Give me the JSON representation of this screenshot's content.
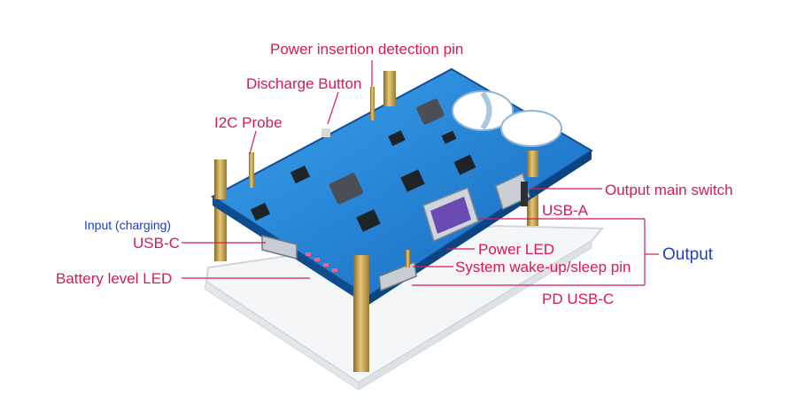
{
  "labels": {
    "power_detect": "Power insertion detection pin",
    "discharge": "Discharge Button",
    "i2c": "I2C Probe",
    "input_charging": "Input (charging)",
    "usb_c": "USB-C",
    "battery_led": "Battery level LED",
    "output_switch": "Output main switch",
    "usb_a": "USB-A",
    "power_led": "Power LED",
    "wake_pin": "System wake-up/sleep pin",
    "pd_usb_c": "PD USB-C",
    "output": "Output"
  },
  "colors": {
    "annotation": "#d81b4f",
    "heading": "#1f3fbf",
    "pcb": "#1f7fd0",
    "standoff": "#c9a24a"
  }
}
